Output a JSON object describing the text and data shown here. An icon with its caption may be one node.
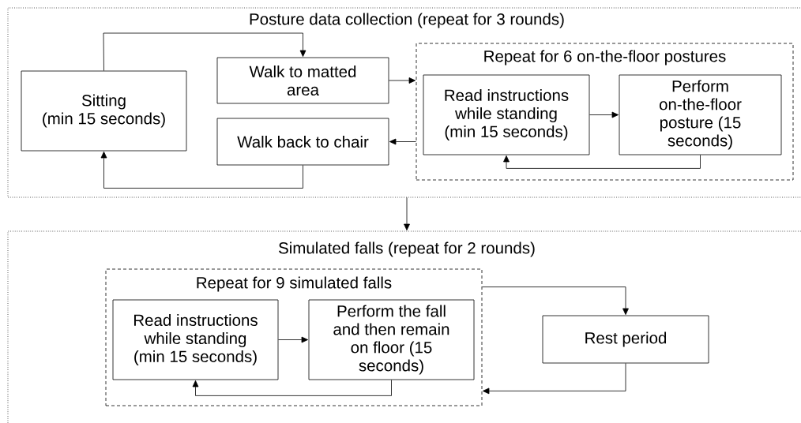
{
  "diagram": {
    "nodes": [
      {
        "text": [
          "Posture data collection (repeat for 3 rounds)"
        ]
      },
      {
        "text": [
          "Sitting",
          "(min 15 seconds)"
        ],
        "in": 0
      },
      {
        "text": [
          "Walk to matted area"
        ],
        "in": 0
      },
      {
        "text": [
          "Walk back to chair"
        ],
        "in": 0
      },
      {
        "text": [
          "Repeat for 6 on-the-floor postures"
        ],
        "in": 0
      },
      {
        "text": [
          "Read instructions while standing (min 15 seconds)"
        ],
        "in": 4
      },
      {
        "text": [
          "Perform on-the-floor posture (15 seconds)"
        ],
        "in": 4
      },
      {
        "text": [
          "Simulated falls (repeat for 2 rounds)"
        ]
      },
      {
        "text": [
          "Repeat for 9 simulated falls"
        ],
        "in": 7
      },
      {
        "text": [
          "Read instructions while standing (min 15 seconds)"
        ],
        "in": 8
      },
      {
        "text": [
          "Perform the fall and then remain on floor (15 seconds)"
        ],
        "in": 8
      },
      {
        "text": [
          "Rest period"
        ],
        "in": 7
      }
    ],
    "edges": [
      {
        "from": 1,
        "to": 2,
        "arrow": "to"
      },
      {
        "from": 2,
        "to": 4,
        "arrow": "to"
      },
      {
        "from": 4,
        "to": 3,
        "arrow": "to"
      },
      {
        "from": 3,
        "to": 1,
        "arrow": "to"
      },
      {
        "from": 5,
        "to": 6,
        "arrow": "to"
      },
      {
        "from": 6,
        "to": 5,
        "arrow": "to"
      },
      {
        "from": 0,
        "to": 7,
        "arrow": "to"
      },
      {
        "from": 8,
        "to": 11,
        "arrow": "to"
      },
      {
        "from": 11,
        "to": 8,
        "arrow": "to"
      },
      {
        "from": 9,
        "to": 10,
        "arrow": "to"
      },
      {
        "from": 10,
        "to": 9,
        "arrow": "to"
      }
    ]
  }
}
